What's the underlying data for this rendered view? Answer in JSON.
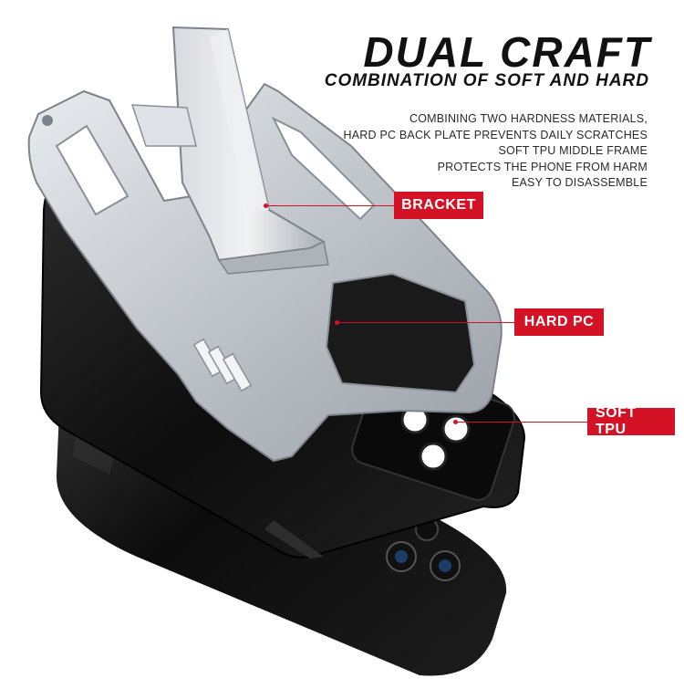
{
  "headline": "DUAL CRAFT",
  "subheadline": "COMBINATION OF SOFT AND HARD",
  "features": [
    "COMBINING TWO HARDNESS MATERIALS,",
    "HARD PC BACK PLATE PREVENTS DAILY SCRATCHES",
    "SOFT TPU MIDDLE FRAME",
    "PROTECTS THE PHONE FROM HARM",
    "EASY TO DISASSEMBLE"
  ],
  "callouts": [
    {
      "label": "BRACKET"
    },
    {
      "label": "HARD PC"
    },
    {
      "label": "SOFT TPU"
    }
  ],
  "colors": {
    "accent": "#d31225",
    "text": "#111111",
    "case_silver": "#c9cdd2",
    "tpu_black": "#151515"
  }
}
